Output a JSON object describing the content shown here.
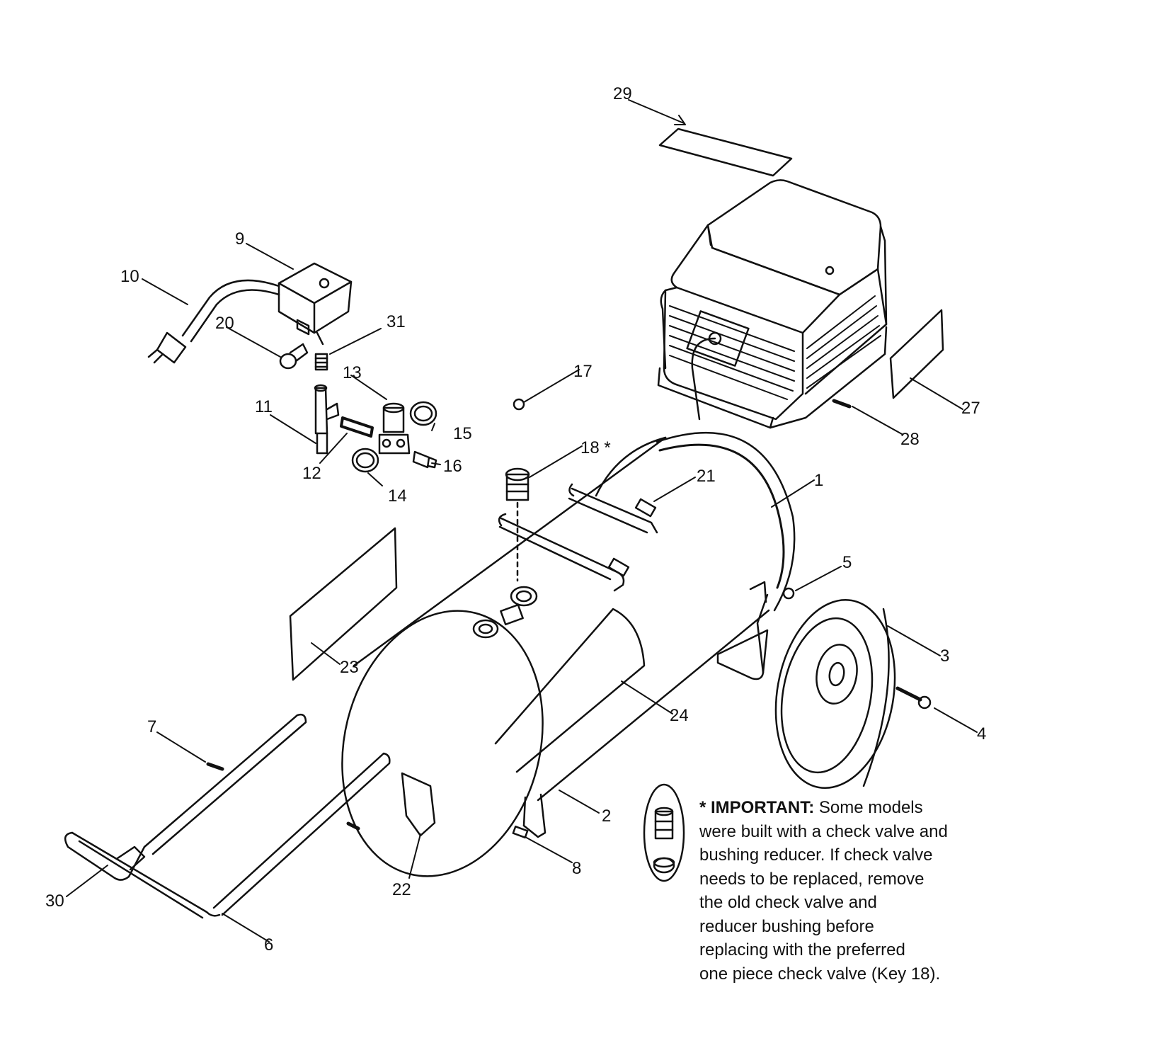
{
  "callouts": [
    "1",
    "2",
    "3",
    "4",
    "5",
    "6",
    "7",
    "8",
    "9",
    "10",
    "11",
    "12",
    "13",
    "14",
    "15",
    "16",
    "17",
    "18 *",
    "20",
    "21",
    "22",
    "23",
    "24",
    "27",
    "28",
    "29",
    "30",
    "31"
  ],
  "note": {
    "important_label": "* IMPORTANT:",
    "line1_rest": " Some models",
    "lines": [
      "were built with a check valve and",
      "bushing reducer. If check valve",
      "needs to be replaced, remove",
      "the old check valve and",
      "reducer bushing before",
      "replacing with the preferred",
      "one piece check valve (Key 18)."
    ]
  },
  "colors": {
    "ink": "#111111",
    "paper": "#ffffff"
  }
}
